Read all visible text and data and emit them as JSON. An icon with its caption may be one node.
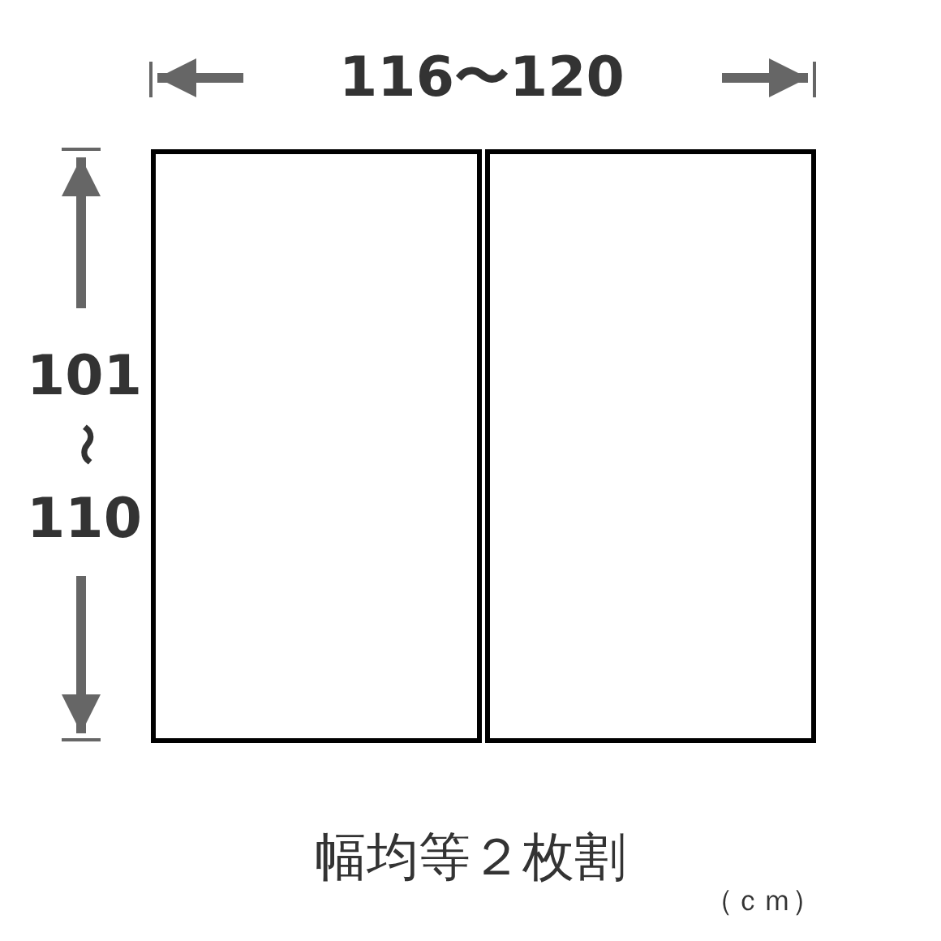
{
  "diagram": {
    "nodes": [
      {
        "text": [],
        "shape": "box"
      },
      {
        "text": [],
        "shape": "box"
      }
    ],
    "edges": [],
    "labels": [
      "116〜120",
      "101",
      "〜",
      "110",
      "幅均等２枚割",
      "（ｃｍ）"
    ]
  }
}
